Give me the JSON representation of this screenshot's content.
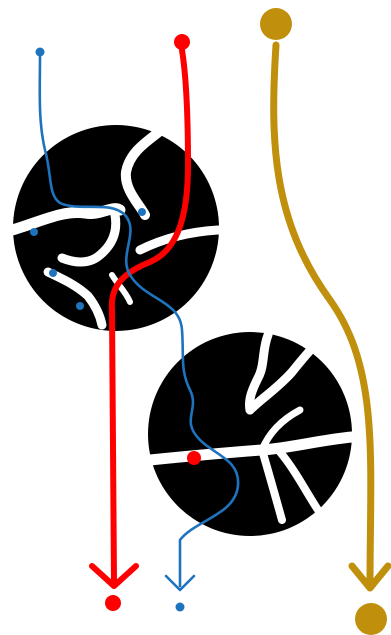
{
  "diagram": {
    "background_color": "#ffffff",
    "particle_color": "#000000",
    "crack_color": "#ffffff",
    "paths": [
      {
        "name": "blue",
        "color": "#1e73be",
        "style": "thin-wavy"
      },
      {
        "name": "red",
        "color": "#ff0000",
        "style": "medium"
      },
      {
        "name": "gold",
        "color": "#c08f0c",
        "style": "thick-smooth"
      }
    ],
    "particles": [
      {
        "name": "upper-particle",
        "crack_count": 6
      },
      {
        "name": "lower-particle",
        "crack_count": 6
      }
    ],
    "icons": [
      "start-dot",
      "end-dot",
      "arrowhead",
      "small-dot"
    ]
  }
}
